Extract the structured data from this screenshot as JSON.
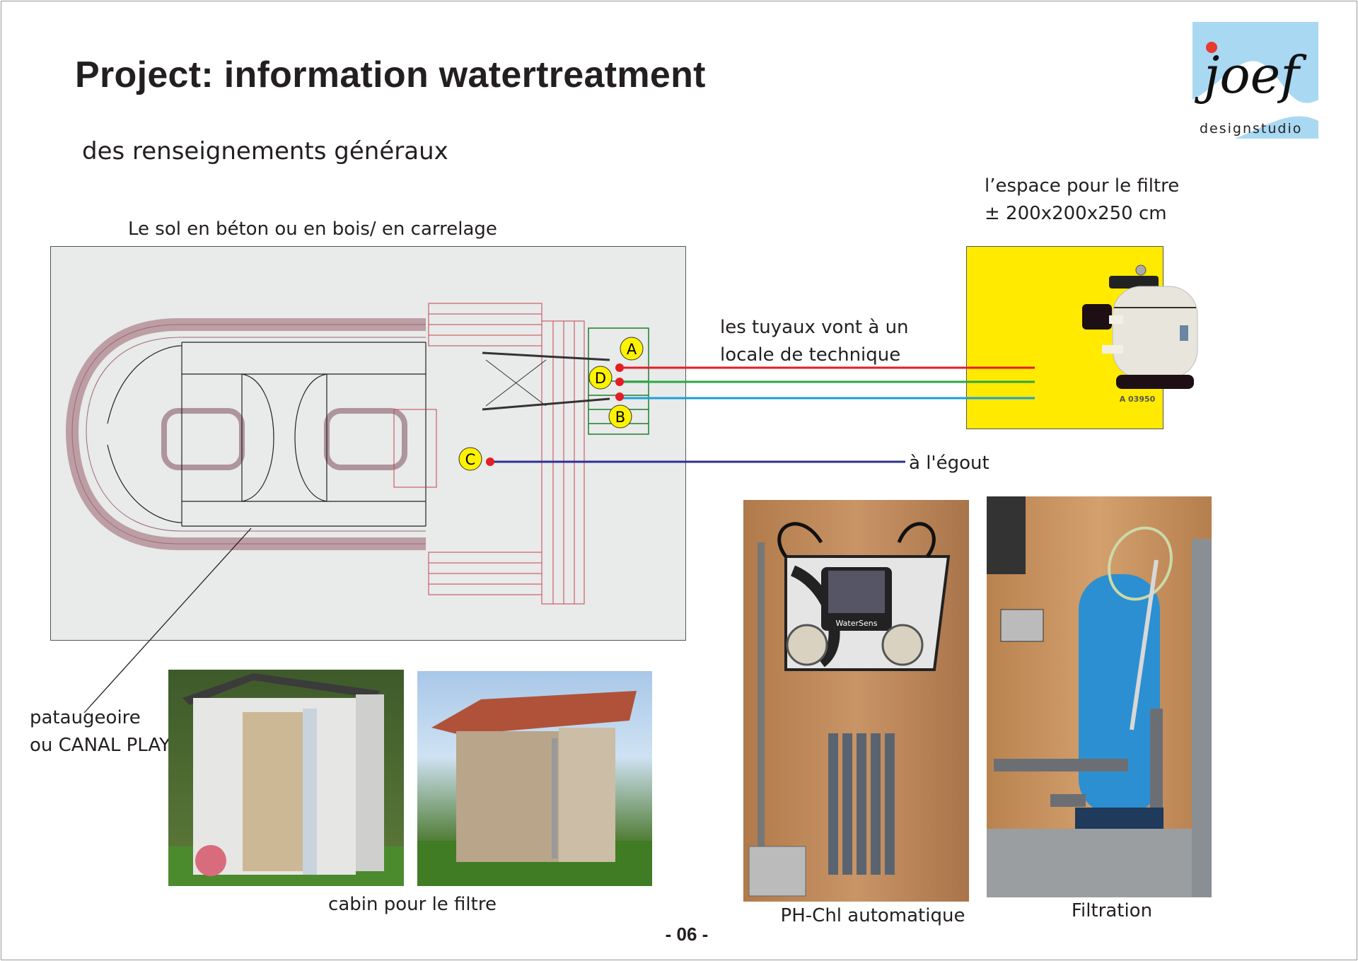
{
  "title": "Project: information watertreatment",
  "subtitle": "des renseignements généraux",
  "logo": {
    "name": "joef",
    "tagline": "designstudio"
  },
  "plan": {
    "label": "Le sol en béton ou en bois/ en carrelage",
    "markers": [
      "A",
      "D",
      "B",
      "C"
    ]
  },
  "filter_space": {
    "line1": "l’espace pour le filtre",
    "line2": "± 200x200x250 cm",
    "product_code": "A 03950"
  },
  "pipes": {
    "line1": "les tuyaux vont à un",
    "line2": "locale de technique"
  },
  "sewer": "à l'égout",
  "wading_pool": {
    "line1": "pataugeoire",
    "line2": "ou CANAL PLAY"
  },
  "captions": {
    "cabin": "cabin pour le filtre",
    "ph": "PH-Chl automatique",
    "filtration": "Filtration"
  },
  "device_brand": "WaterSens",
  "page_number": "- 06 -",
  "colors": {
    "red": "#e31e24",
    "green": "#2aa845",
    "blue": "#1ba1d8",
    "navy": "#2e3192",
    "yellow": "#ffea00",
    "marker": "#fff200"
  }
}
